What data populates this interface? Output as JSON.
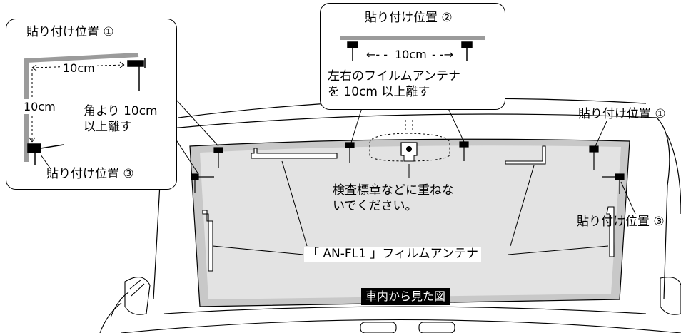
{
  "labels": {
    "position1": "貼り付け位置 ①",
    "position2": "貼り付け位置 ②",
    "position3": "貼り付け位置 ③",
    "distance_10cm": "10cm",
    "corner_note_line1": "角より 10cm",
    "corner_note_line2": "以上離す",
    "separate_line1": "左右のフイルムアンテナ",
    "separate_line2": "を 10cm 以上離す",
    "inspection_line1": "検査標章などに重ねな",
    "inspection_line2": "いでください。",
    "antenna_name": "「 AN-FL1 」フィルムアンテナ",
    "view_caption": "車内から見た図"
  },
  "colors": {
    "line": "#000000",
    "glass_border": "#c8c8c8",
    "glass_inner": "#e3e3e3",
    "badge_bg": "#000000",
    "badge_text": "#ffffff"
  }
}
